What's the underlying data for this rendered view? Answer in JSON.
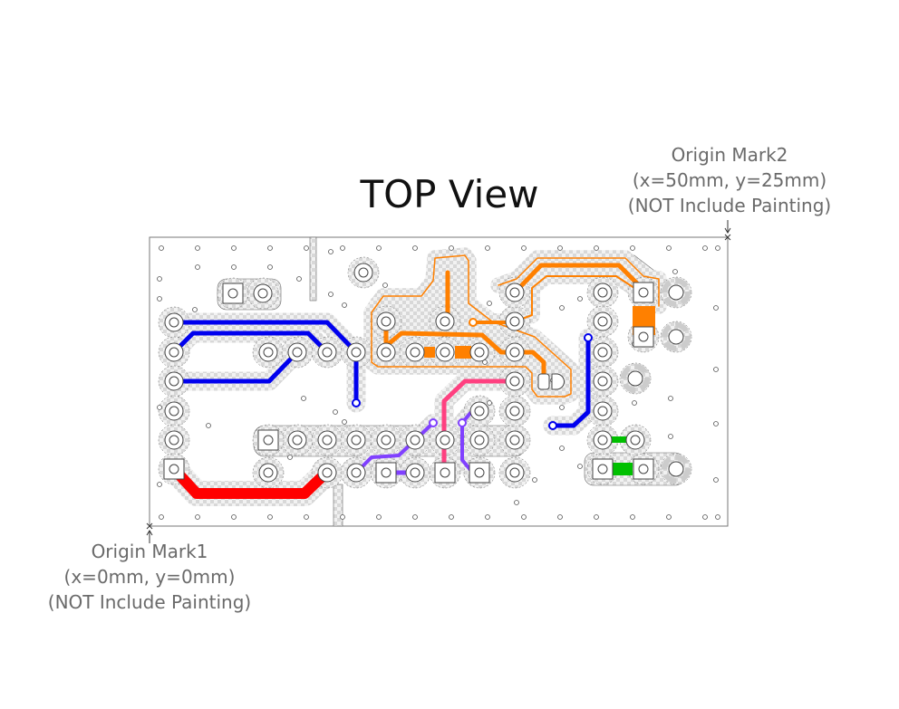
{
  "title": "TOP View",
  "origin_mark2": {
    "name": "Origin Mark2",
    "coords": "(x=50mm, y=25mm)",
    "note": "(NOT Include Painting)"
  },
  "origin_mark1": {
    "name": "Origin Mark1",
    "coords": "(x=0mm, y=0mm)",
    "note": "(NOT Include Painting)"
  },
  "colors": {
    "trace_blue": "#0000ee",
    "trace_red": "#ff0000",
    "trace_orange": "#ff8000",
    "trace_purple": "#8040ff",
    "trace_pink": "#ff4080",
    "trace_green": "#00c000",
    "pour_light": "#f2f2f2",
    "pour_dark": "#d8d8d8"
  }
}
